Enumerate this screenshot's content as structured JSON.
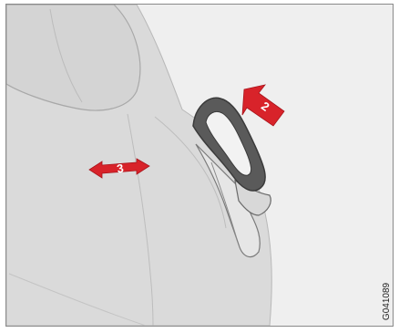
{
  "figure": {
    "code": "G041089",
    "markers": [
      {
        "label": "2"
      },
      {
        "label": "3"
      }
    ],
    "colors": {
      "background": "#ececec",
      "seat": "#d9d9d9",
      "arrow": "#d8232a",
      "outline": "#8a8a8a"
    }
  }
}
